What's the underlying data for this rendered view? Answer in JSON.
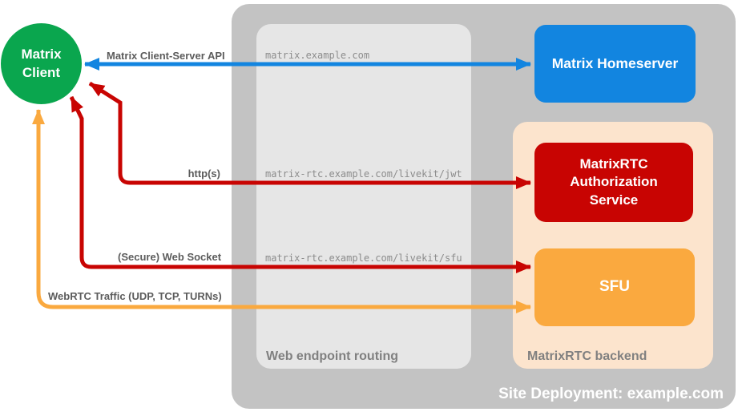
{
  "diagram": {
    "title": "Site Deployment: example.com",
    "colors": {
      "client_green": "#0aa64e",
      "homeserver_blue": "#1285e0",
      "auth_red": "#c80402",
      "sfu_orange": "#faa93f",
      "backend_peach": "#fce4cd",
      "deployment_gray": "#c3c3c3",
      "routing_gray": "#e6e6e6"
    }
  },
  "nodes": {
    "matrix_client": {
      "label": "Matrix Client",
      "color": "#0aa64e"
    },
    "matrix_homeserver": {
      "label": "Matrix Homeserver",
      "color": "#1285e0"
    },
    "auth_service": {
      "label": "MatrixRTC Authorization Service",
      "color": "#c80402"
    },
    "sfu": {
      "label": "SFU",
      "color": "#faa93f"
    }
  },
  "containers": {
    "site_deployment": {
      "label": "Site Deployment: example.com",
      "color": "#c3c3c3"
    },
    "web_endpoint_routing": {
      "label": "Web endpoint routing",
      "color": "#e6e6e6"
    },
    "matrixrtc_backend": {
      "label": "MatrixRTC backend",
      "color": "#fce4cd"
    }
  },
  "connections": [
    {
      "label": "Matrix Client-Server API",
      "route": "matrix.example.com",
      "from": "Matrix Client",
      "to": "Matrix Homeserver",
      "color": "#1285e0"
    },
    {
      "label": "http(s)",
      "route": "matrix-rtc.example.com/livekit/jwt",
      "from": "Matrix Client",
      "to": "MatrixRTC Authorization Service",
      "color": "#c80402"
    },
    {
      "label": "(Secure) Web Socket",
      "route": "matrix-rtc.example.com/livekit/sfu",
      "from": "Matrix Client",
      "to": "SFU",
      "color": "#c80402"
    },
    {
      "label": "WebRTC Traffic (UDP, TCP, TURNs)",
      "from": "Matrix Client",
      "to": "SFU",
      "color": "#faa93f"
    }
  ]
}
